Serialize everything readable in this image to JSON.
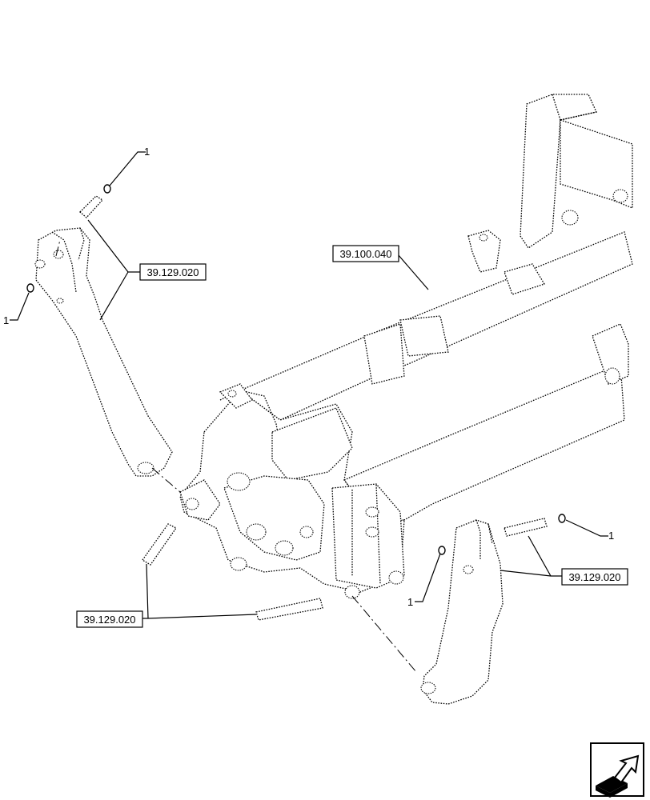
{
  "references": {
    "frame": "39.100.040",
    "left_arm": "39.129.020",
    "lower_pins": "39.129.020",
    "right_arm": "39.129.020"
  },
  "callouts": {
    "top_left": "1",
    "mid_left": "1",
    "right_pin": "1",
    "lower_right": "1"
  },
  "nav_icon": "next-page-arrow-icon"
}
